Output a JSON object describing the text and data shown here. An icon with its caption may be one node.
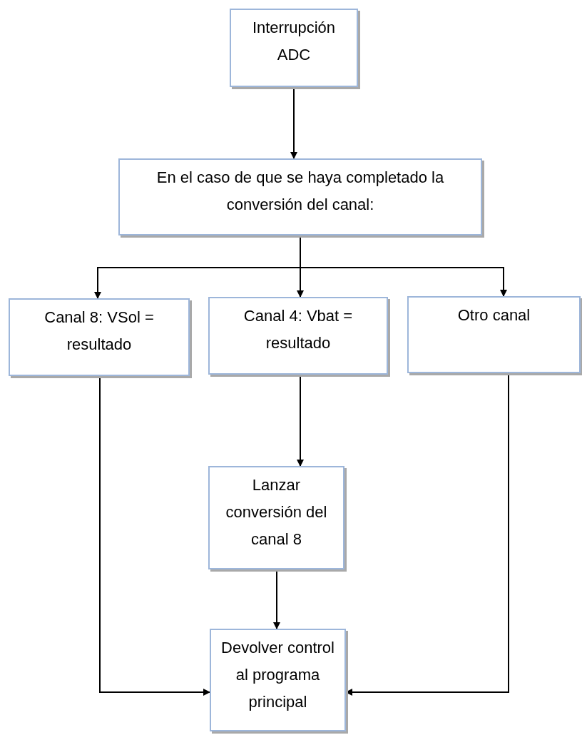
{
  "diagram": {
    "nodes": [
      {
        "text": [
          "Interrupción ADC"
        ]
      },
      {
        "text": [
          "En el caso de que se haya completado la conversión del canal:"
        ]
      },
      {
        "text": [
          "Canal 8: VSol = resultado"
        ]
      },
      {
        "text": [
          "Canal 4: Vbat = resultado"
        ]
      },
      {
        "text": [
          "Otro canal"
        ]
      },
      {
        "text": [
          "Lanzar conversión del canal 8"
        ]
      },
      {
        "text": [
          "Devolver control al programa principal"
        ]
      }
    ],
    "edges": [
      {
        "from": 0,
        "to": 1,
        "arrow": "to"
      },
      {
        "from": 1,
        "to": 2,
        "arrow": "to"
      },
      {
        "from": 1,
        "to": 3,
        "arrow": "to"
      },
      {
        "from": 1,
        "to": 4,
        "arrow": "to"
      },
      {
        "from": 3,
        "to": 5,
        "arrow": "to"
      },
      {
        "from": 5,
        "to": 6,
        "arrow": "to"
      },
      {
        "from": 2,
        "to": 6,
        "arrow": "to"
      },
      {
        "from": 4,
        "to": 6,
        "arrow": "to"
      }
    ]
  }
}
